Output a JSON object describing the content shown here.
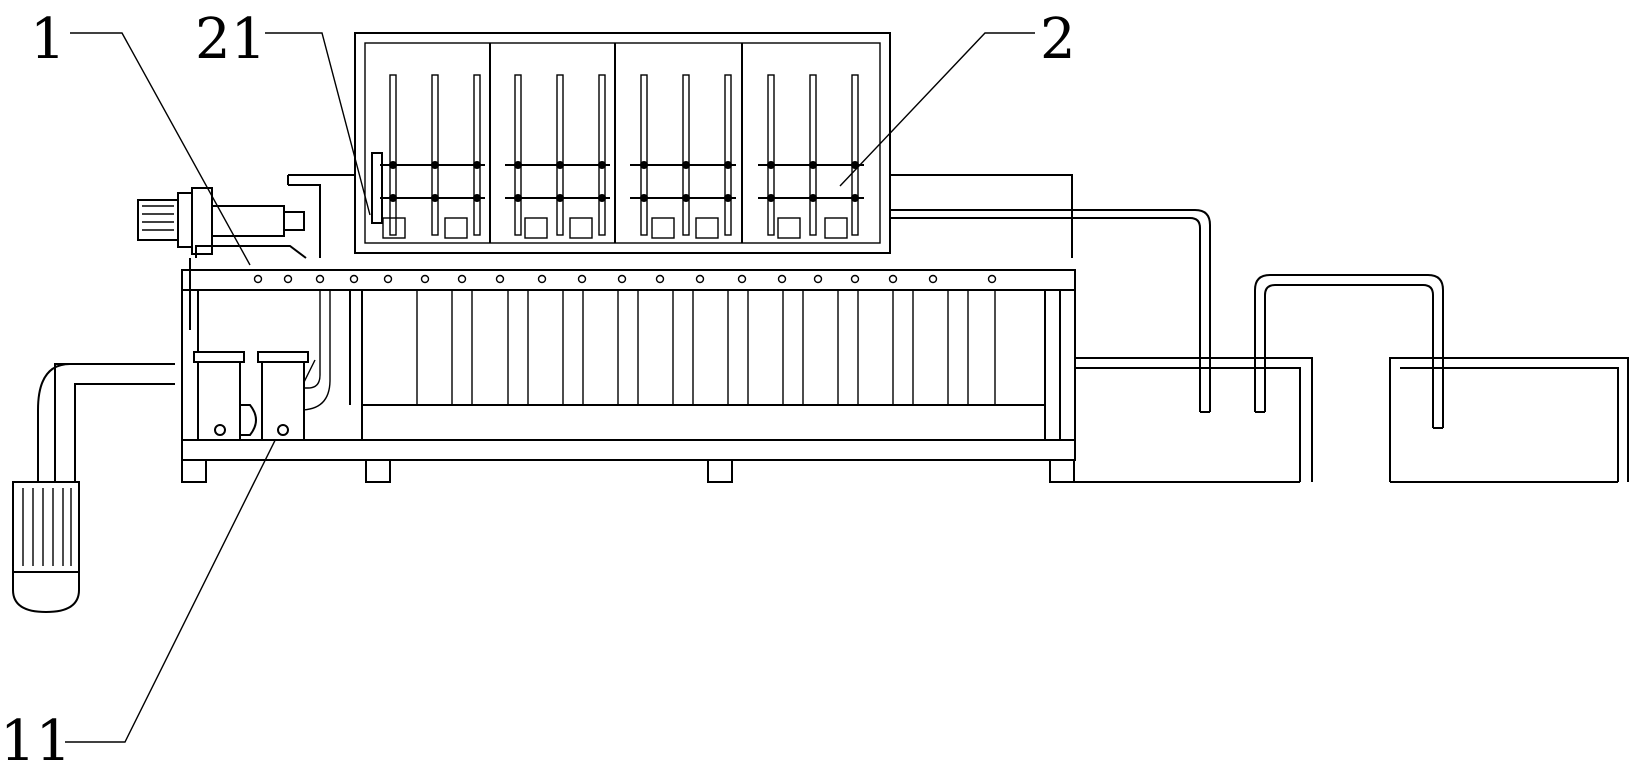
{
  "labels": {
    "part_1": "1",
    "part_2": "2",
    "part_11": "11",
    "part_21": "21"
  },
  "colors": {
    "line": "#000000",
    "background": "#ffffff"
  }
}
